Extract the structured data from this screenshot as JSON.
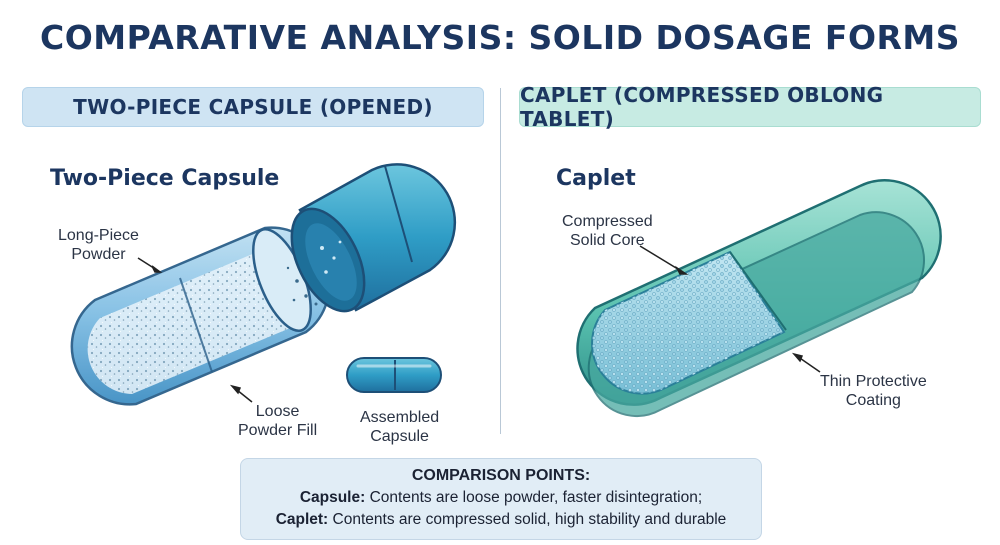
{
  "title": "COMPARATIVE ANALYSIS: SOLID DOSAGE FORMS",
  "left_panel": {
    "header": "TWO-PIECE CAPSULE (OPENED)",
    "subtitle": "Two-Piece Capsule",
    "labels": {
      "long_piece_1": "Long-Piece",
      "long_piece_2": "Powder",
      "loose_1": "Loose",
      "loose_2": "Powder Fill",
      "assembled_1": "Assembled",
      "assembled_2": "Capsule"
    }
  },
  "right_panel": {
    "header": "CAPLET (COMPRESSED OBLONG TABLET)",
    "subtitle": "Caplet",
    "labels": {
      "core_1": "Compressed",
      "core_2": "Solid Core",
      "coating_1": "Thin Protective",
      "coating_2": "Coating"
    }
  },
  "comparison": {
    "heading": "COMPARISON POINTS:",
    "capsule_term": "Capsule:",
    "capsule_text": " Contents are loose powder, faster disintegration;",
    "caplet_term": "Caplet:",
    "caplet_text": " Contents are compressed solid, high stability and durable"
  },
  "colors": {
    "title": "#1c3660",
    "capsule_blue": "#5fa8d8",
    "capsule_cap": "#2f8fbf",
    "caplet_teal": "#5cc4b4",
    "caplet_core": "#8fd0e4"
  }
}
